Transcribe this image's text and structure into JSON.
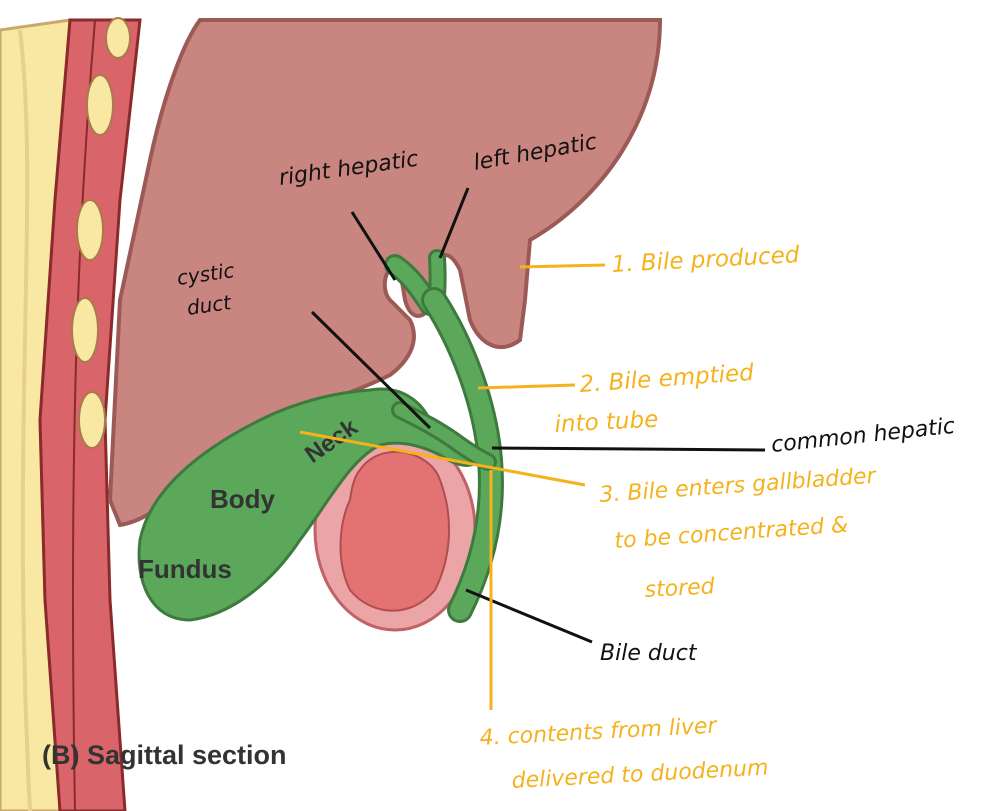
{
  "caption": "(B) Sagittal section",
  "colors": {
    "liver": "#c98580",
    "liver_outline": "#9c5a57",
    "gallbladder": "#5ba85a",
    "gallbladder_outline": "#3e7a3e",
    "duodenum_outer": "#eba5a6",
    "duodenum_inner": "#e37372",
    "spine": "#f9e8a3",
    "muscle": "#d9656a",
    "vessel": "#8b2a2a",
    "annotation_orange": "#f5b21d",
    "annotation_black": "#111111"
  },
  "printed_labels": {
    "neck": "Neck",
    "body": "Body",
    "fundus": "Fundus"
  },
  "handwritten_labels": {
    "right_hepatic": "right hepatic",
    "left_hepatic": "left hepatic",
    "cystic_duct_line1": "cystic",
    "cystic_duct_line2": "duct",
    "common_hepatic": "common hepatic",
    "bile_duct": "Bile duct"
  },
  "steps": {
    "step1": "1. Bile produced",
    "step2_line1": "2. Bile emptied",
    "step2_line2": "into tube",
    "step3_line1": "3. Bile enters gallbladder",
    "step3_line2": "to be concentrated &",
    "step3_line3": "stored",
    "step4_line1": "4. contents from liver",
    "step4_line2": "delivered to duodenum"
  }
}
